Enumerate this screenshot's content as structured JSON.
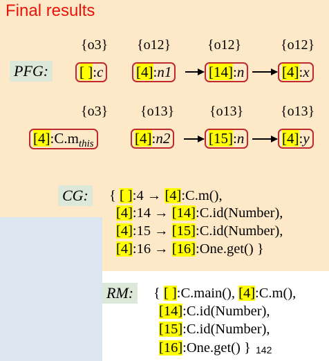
{
  "title": "Final results",
  "pfg": {
    "label": "PFG:",
    "row1": {
      "sets": [
        "{o3}",
        "{o12}",
        "{o12}",
        "{o12}"
      ],
      "nodes": [
        {
          "ctx": "[ ]",
          "var": "c"
        },
        {
          "ctx": "[4]",
          "var": "n1"
        },
        {
          "ctx": "[14]",
          "var": "n"
        },
        {
          "ctx": "[4]",
          "var": "x"
        }
      ]
    },
    "row2": {
      "sets": [
        "{o3}",
        "{o13}",
        "{o13}",
        "{o13}"
      ],
      "nodes": [
        {
          "ctx": "[4]",
          "var": "C.m",
          "sub": "this"
        },
        {
          "ctx": "[4]",
          "var": "n2"
        },
        {
          "ctx": "[15]",
          "var": "n"
        },
        {
          "ctx": "[4]",
          "var": "y"
        }
      ]
    }
  },
  "cg": {
    "label": "CG:",
    "open": "{",
    "close": "}",
    "edges": [
      {
        "caller_ctx": "[ ]",
        "site": ":4",
        "callee_ctx": "[4]",
        "callee": ":C.m(),"
      },
      {
        "caller_ctx": "[4]",
        "site": ":14",
        "callee_ctx": "[14]",
        "callee": ":C.id(Number),"
      },
      {
        "caller_ctx": "[4]",
        "site": ":15",
        "callee_ctx": "[15]",
        "callee": ":C.id(Number),"
      },
      {
        "caller_ctx": "[4]",
        "site": ":16",
        "callee_ctx": "[16]",
        "callee": ":One.get()"
      }
    ]
  },
  "rm": {
    "label": "RM:",
    "open": "{",
    "close": "}",
    "methods": [
      {
        "ctx": "[ ]",
        "name": ":C.main(),"
      },
      {
        "ctx": "[4]",
        "name": ":C.m(),"
      },
      {
        "ctx": "[14]",
        "name": ":C.id(Number),"
      },
      {
        "ctx": "[15]",
        "name": ":C.id(Number),"
      },
      {
        "ctx": "[16]",
        "name": ":One.get()"
      }
    ]
  },
  "page_number": "142",
  "colors": {
    "title": "#e8140a",
    "node_border": "#c0292b",
    "highlight": "#ffff00",
    "top_bg": "#fde9c8",
    "left_bg": "#dce6f0",
    "label_bg": "#dce8d8"
  }
}
